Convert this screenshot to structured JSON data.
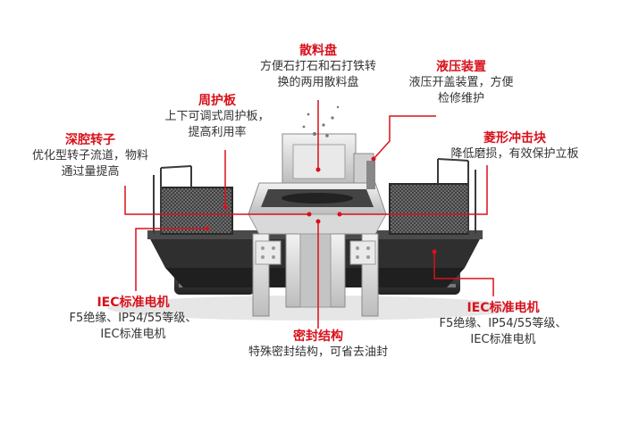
{
  "accent_color": "#d8111b",
  "text_color": "#333333",
  "callouts": [
    {
      "id": "dispersing-tray",
      "title": "散料盘",
      "lines": [
        "方便石打石和石打铁转",
        "换的两用散料盘"
      ]
    },
    {
      "id": "hydraulic-device",
      "title": "液压装置",
      "lines": [
        "液压开盖装置，方便",
        "检修维护"
      ]
    },
    {
      "id": "liner-plate",
      "title": "周护板",
      "lines": [
        "上下可调式周护板，",
        "提高利用率"
      ]
    },
    {
      "id": "deep-cavity-rotor",
      "title": "深腔转子",
      "lines": [
        "优化型转子流道，物料",
        "通过量提高"
      ]
    },
    {
      "id": "diamond-impact-block",
      "title": "菱形冲击块",
      "lines": [
        "降低磨损，有效保护立板"
      ]
    },
    {
      "id": "iec-motor-left",
      "title": "IEC标准电机",
      "lines": [
        "F5绝缘、IP54/55等级、",
        "IEC标准电机"
      ]
    },
    {
      "id": "iec-motor-right",
      "title": "IEC标准电机",
      "lines": [
        "F5绝缘、IP54/55等级、",
        "IEC标准电机"
      ]
    },
    {
      "id": "sealing-structure",
      "title": "密封结构",
      "lines": [
        "特殊密封结构，可省去油封"
      ]
    }
  ]
}
